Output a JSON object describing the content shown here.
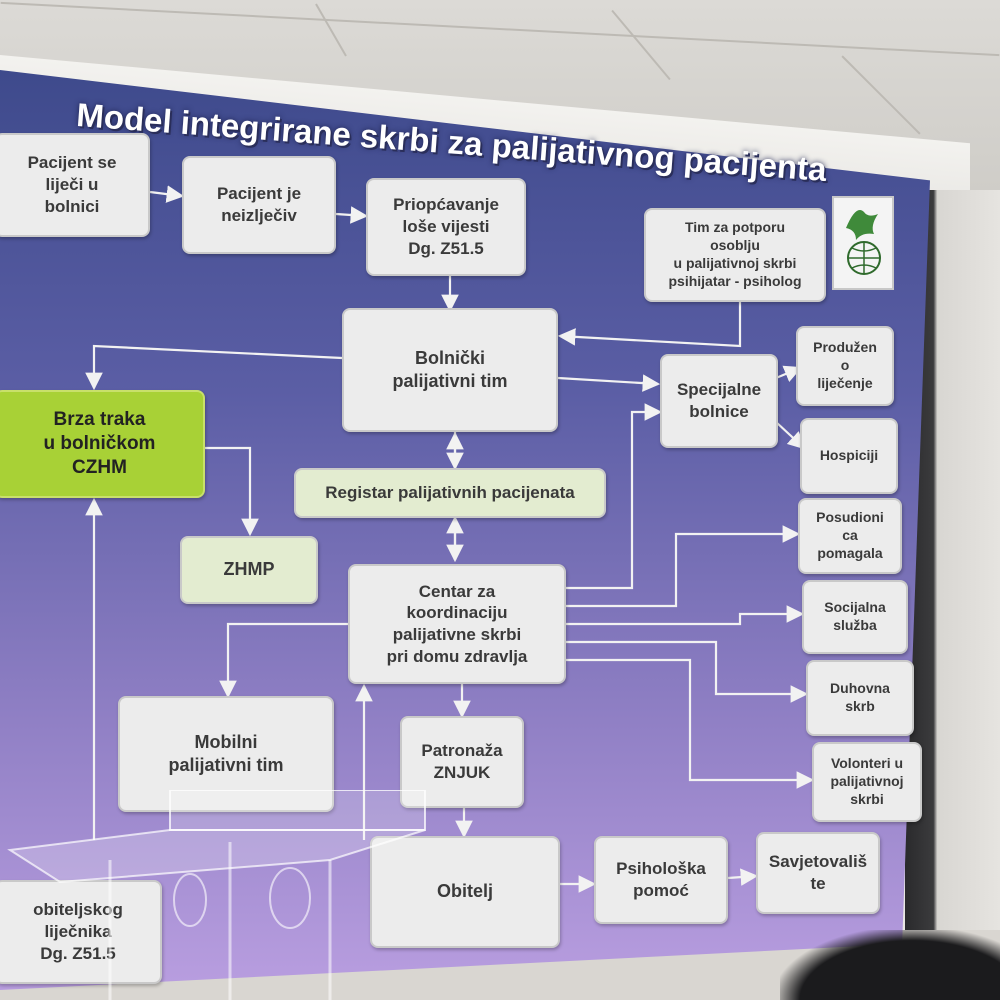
{
  "title": "Model integrirane skrbi za palijativnog pacijenta",
  "boxes": {
    "pacijent_bolnica": "Pacijent se\nliječi u\nbolnici",
    "neizljeciv": "Pacijent je\nneizlječiv",
    "priopcavanje": "Priopćavanje\nloše vijesti\nDg. Z51.5",
    "tim_potpora": "Tim za potporu\nosoblju\nu palijativnoj skrbi\npsihijatar - psiholog",
    "bolnicki_tim": "Bolnički\npalijativni tim",
    "brza_traka": "Brza traka\nu bolničkom\nCZHM",
    "specijalne": "Specijalne\nbolnice",
    "produzeno": "Produžen\no\nliječenje",
    "hospiciji": "Hospiciji",
    "registar": "Registar palijativnih pacijenata",
    "zhmp": "ZHMP",
    "posudionica": "Posudioni\nca\npomagala",
    "centar": "Centar za\nkoordinaciju\npalijativne skrbi\npri domu zdravlja",
    "socijalna": "Socijalna\nslužba",
    "duhovna": "Duhovna\nskrb",
    "mobilni": "Mobilni\npalijativni tim",
    "patronaza": "Patronaža\nZNJUK",
    "volonteri": "Volonteri u\npalijativnoj\nskrbi",
    "obiteljski": "obiteljskog\nliječnika\nDg. Z51.5",
    "obitelj": "Obitelj",
    "psiholoska": "Psihološka\npomoć",
    "savjetovaliste": "Savjetovališ\nte"
  },
  "colors": {
    "box": "#ececec",
    "green_box": "#a8d136",
    "arrow": "#f2f2f2"
  },
  "icons": [
    "dove-globe-logo-icon"
  ]
}
